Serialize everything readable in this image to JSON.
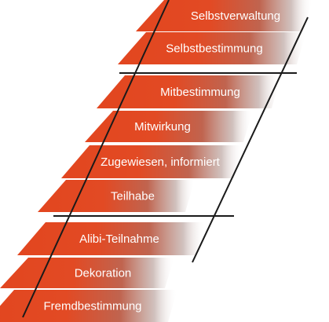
{
  "colors": {
    "rung_dark": "#e2461f",
    "rung_light": "#ffffff",
    "rail": "#1a1a1a",
    "text": "#ffffff"
  },
  "ladder": {
    "rungs": [
      {
        "label": "Selbstverwaltung"
      },
      {
        "label": "Selbstbestimmung"
      },
      {
        "label": "Mitbestimmung"
      },
      {
        "label": "Mitwirkung"
      },
      {
        "label": "Zugewiesen, informiert"
      },
      {
        "label": "Teilhabe"
      },
      {
        "label": "Alibi-Teilnahme"
      },
      {
        "label": "Dekoration"
      },
      {
        "label": "Fremdbestimmung"
      }
    ]
  }
}
